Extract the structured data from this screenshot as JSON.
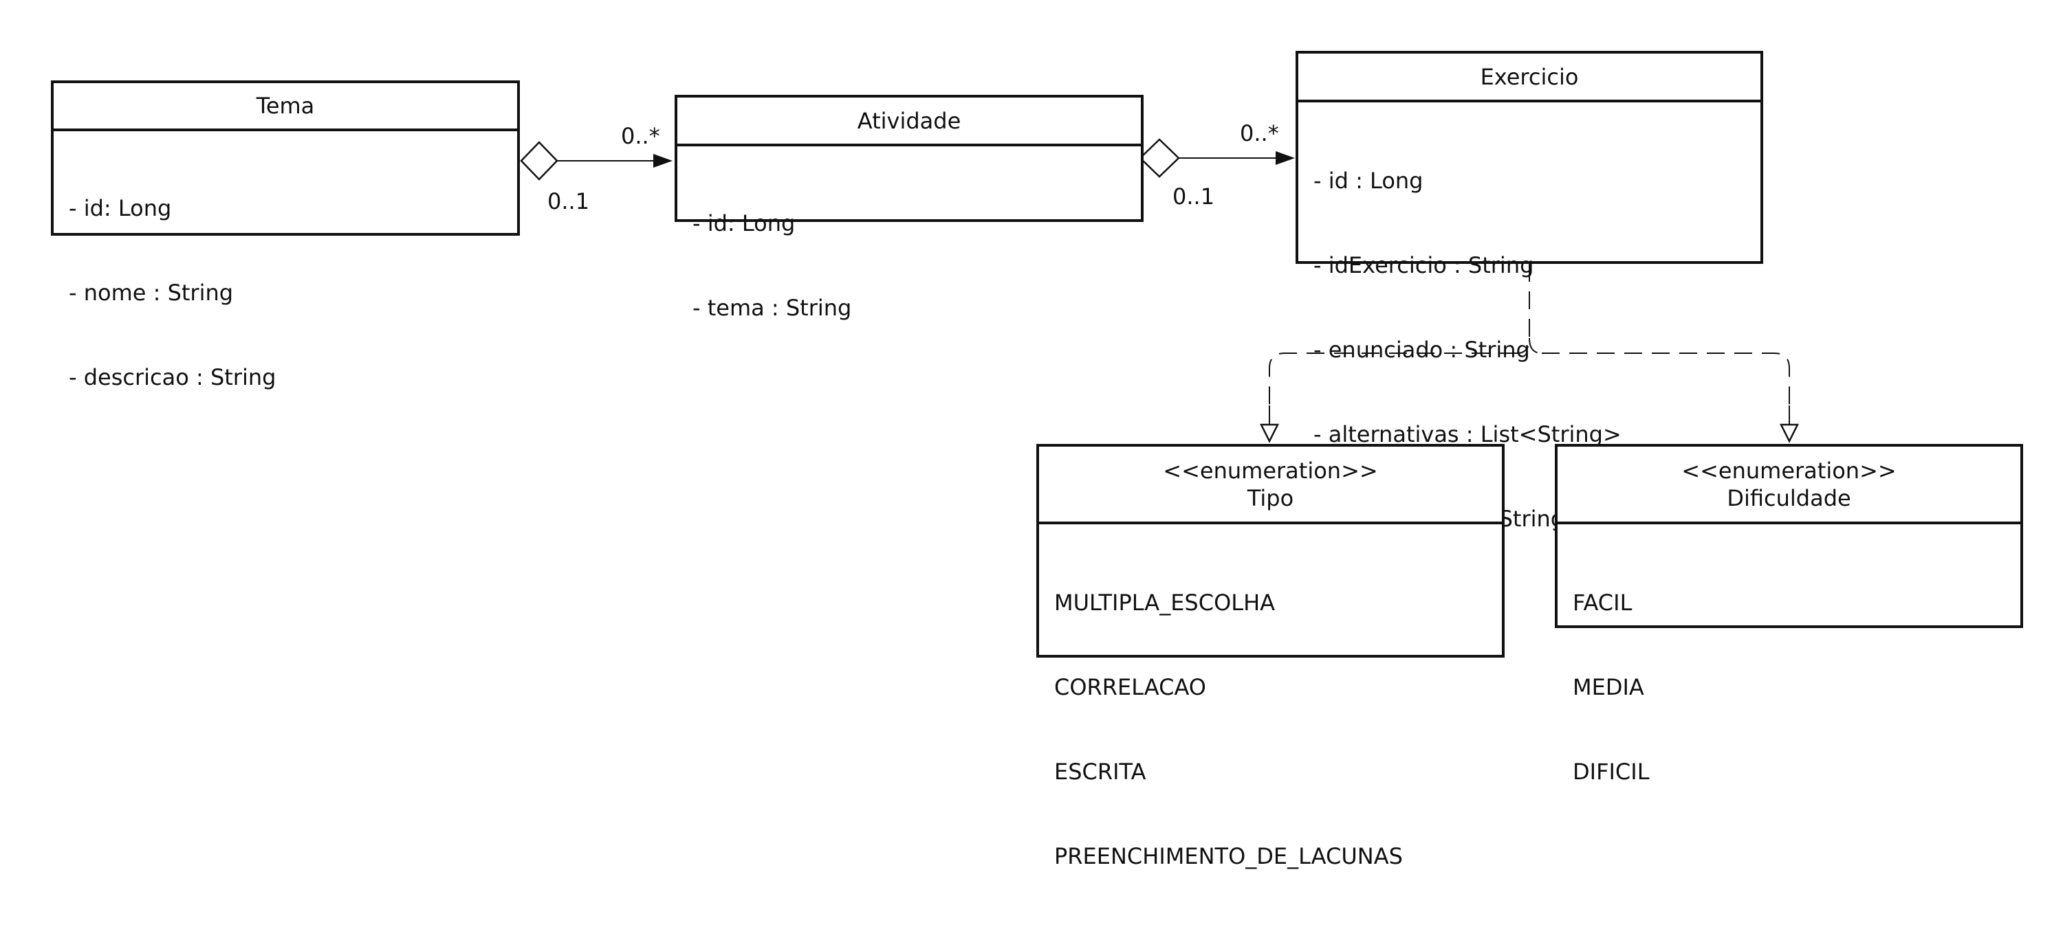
{
  "classes": {
    "tema": {
      "name": "Tema",
      "attributes": [
        "- id: Long",
        "- nome : String",
        "- descricao : String"
      ]
    },
    "atividade": {
      "name": "Atividade",
      "attributes": [
        "- id: Long",
        "- tema : String"
      ]
    },
    "exercicio": {
      "name": "Exercicio",
      "attributes": [
        "- id : Long",
        "- idExercicio : String",
        "- enunciado : String",
        "- alternativas : List<String>",
        "- gabarito : List<String>"
      ]
    },
    "tipo": {
      "stereotype": "<<enumeration>>",
      "name": "Tipo",
      "literals": [
        "MULTIPLA_ESCOLHA",
        "CORRELACAO",
        "ESCRITA",
        "PREENCHIMENTO_DE_LACUNAS"
      ]
    },
    "dificuldade": {
      "stereotype": "<<enumeration>>",
      "name": "Dificuldade",
      "literals": [
        "FACIL",
        "MEDIA",
        "DIFICIL"
      ]
    }
  },
  "associations": {
    "tema_atividade": {
      "source_multiplicity": "0..1",
      "target_multiplicity": "0..*"
    },
    "atividade_exercicio": {
      "source_multiplicity": "0..1",
      "target_multiplicity": "0..*"
    }
  }
}
